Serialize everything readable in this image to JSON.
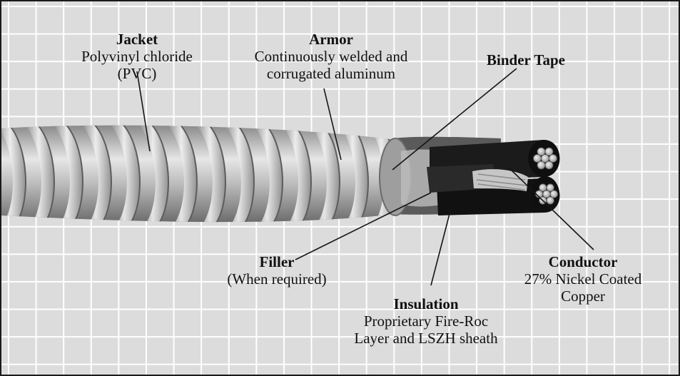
{
  "labels": {
    "jacket": {
      "title": "Jacket",
      "desc": [
        "Polyvinyl chloride",
        "(PVC)"
      ]
    },
    "armor": {
      "title": "Armor",
      "desc": [
        "Continuously welded and",
        "corrugated aluminum"
      ]
    },
    "binder": {
      "title": "Binder Tape",
      "desc": []
    },
    "filler": {
      "title": "Filler",
      "desc": [
        "(When required)"
      ]
    },
    "insulation": {
      "title": "Insulation",
      "desc": [
        "Proprietary Fire-Roc",
        "Layer and LSZH sheath"
      ]
    },
    "conductor": {
      "title": "Conductor",
      "desc": [
        "27% Nickel Coated",
        "Copper"
      ]
    }
  },
  "colors": {
    "background": "#dcdcdc",
    "grid": "#ffffff",
    "armor": "#b9b9b9",
    "insulation": "#161616",
    "copper": "#d4d4d4",
    "text": "#111111"
  }
}
